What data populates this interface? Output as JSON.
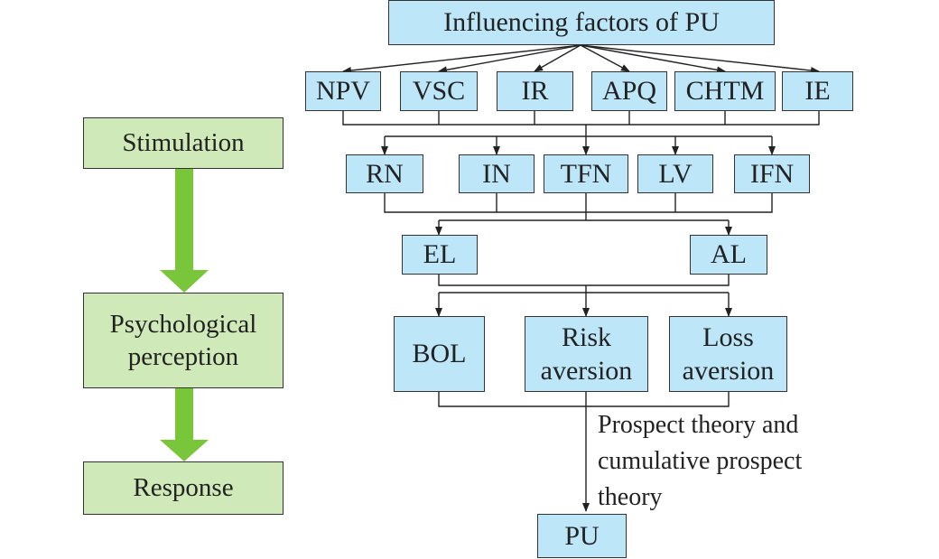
{
  "stages": {
    "stimulation": "Stimulation",
    "perception": "Psychological\nperception",
    "response": "Response"
  },
  "top": "Influencing factors of PU",
  "factors": [
    "NPV",
    "VSC",
    "IR",
    "APQ",
    "CHTM",
    "IE"
  ],
  "intermediates": [
    "RN",
    "IN",
    "TFN",
    "LV",
    "IFN"
  ],
  "levels": [
    "EL",
    "AL"
  ],
  "attitudes": [
    "BOL",
    "Risk\naversion",
    "Loss\naversion"
  ],
  "theory_note": "Prospect theory and\ncumulative prospect\ntheory",
  "output": "PU",
  "colors": {
    "node_fill": "#bde6f8",
    "stage_fill": "#cfeab8",
    "stage_arrow": "#7ac63a"
  }
}
